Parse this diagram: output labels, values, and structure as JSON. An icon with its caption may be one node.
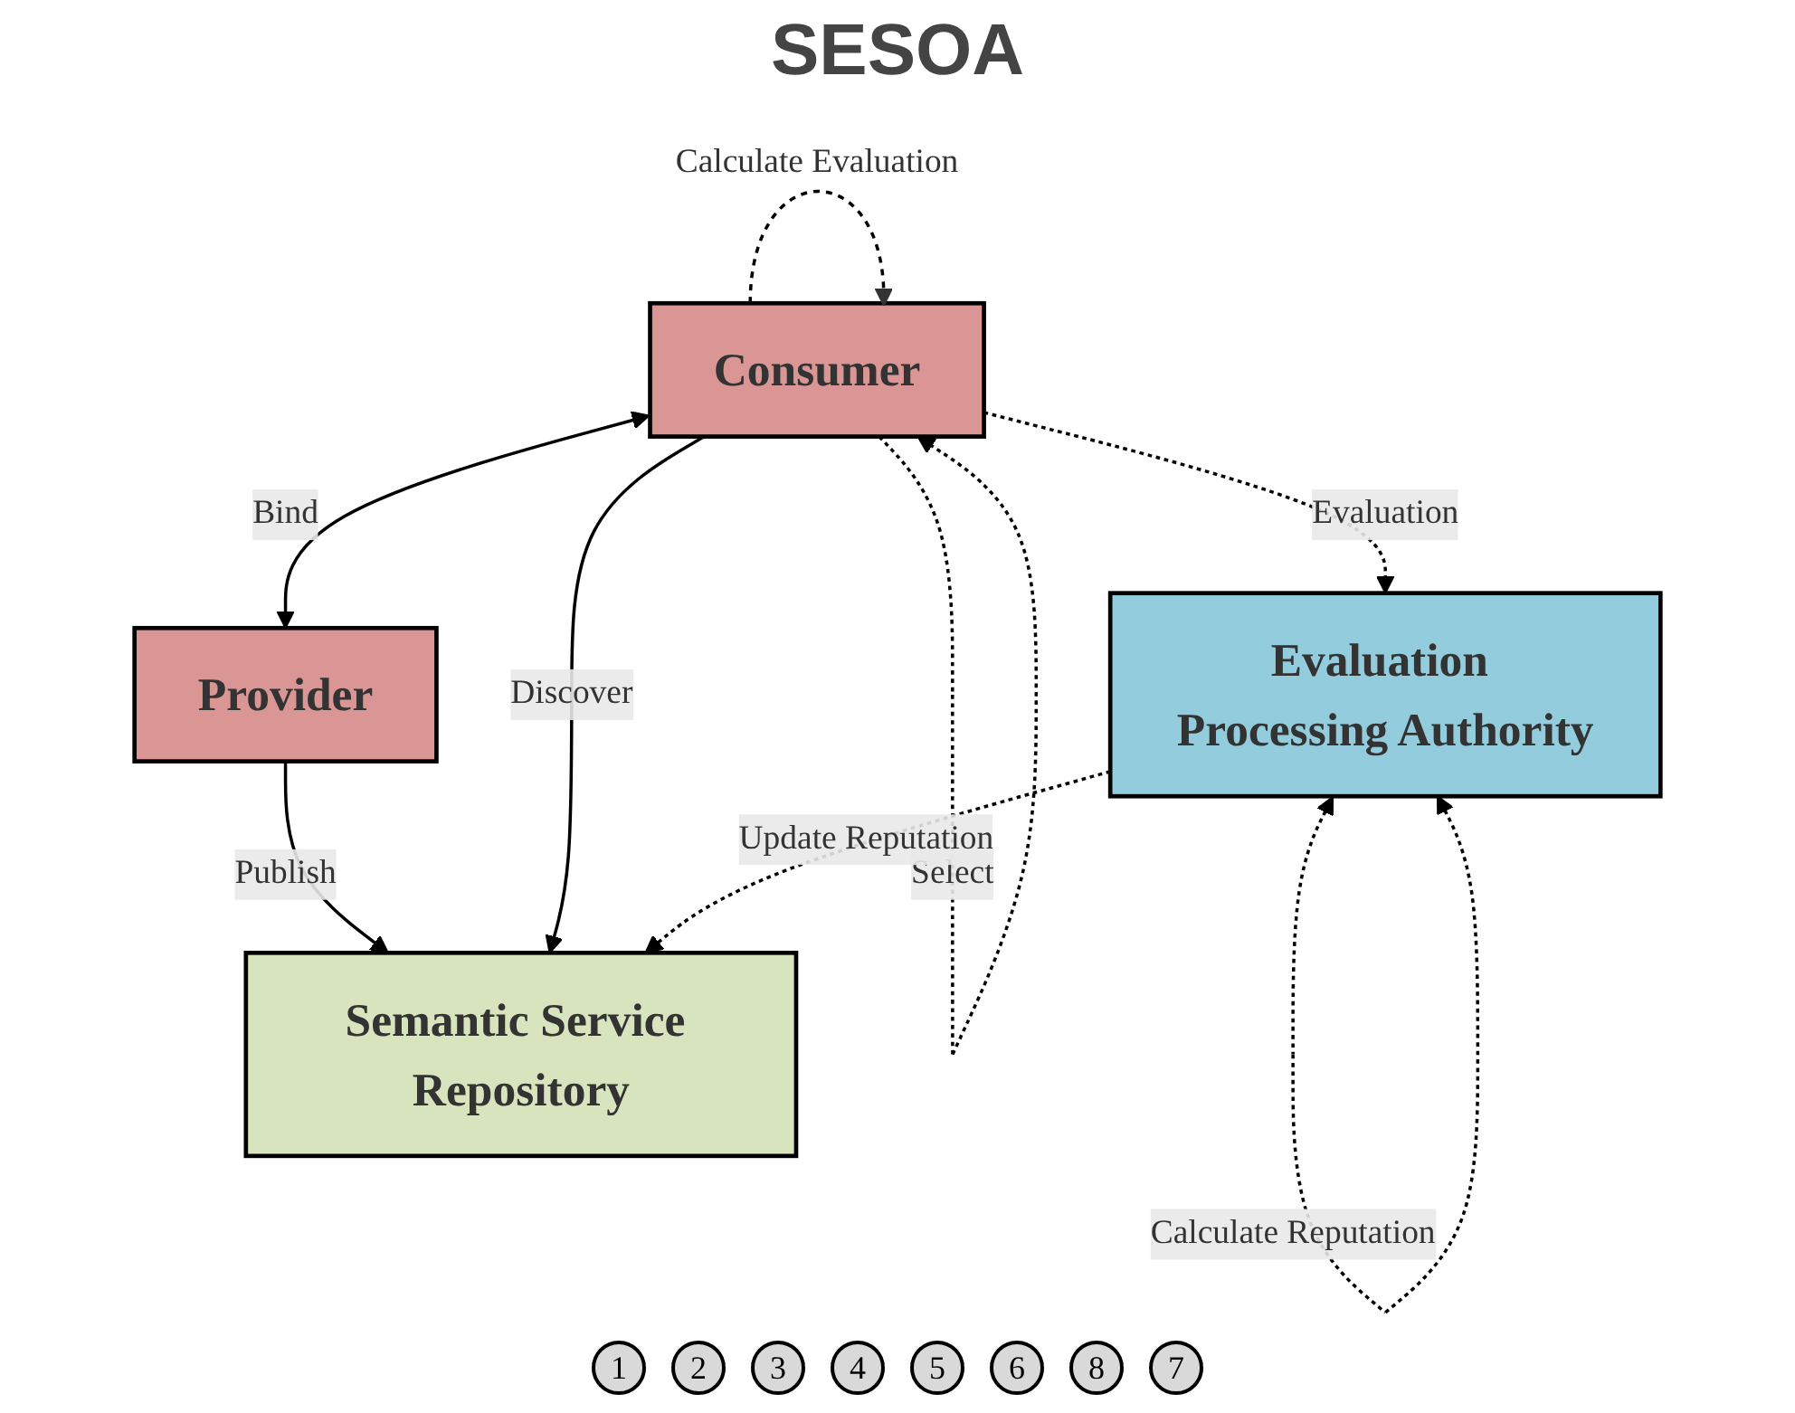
{
  "diagram": {
    "title": "SESOA",
    "nodes": [
      {
        "text": [
          "Semantic Service Repository"
        ]
      },
      {
        "text": [
          "Consumer"
        ]
      },
      {
        "text": [
          "Provider"
        ]
      },
      {
        "text": [
          "Evaluation Processing Authority"
        ]
      }
    ],
    "edges": [
      {
        "from": 2,
        "to": 0,
        "arrow": "to",
        "label": "Publish"
      },
      {
        "from": 1,
        "to": 0,
        "arrow": "to",
        "label": "Discover"
      },
      {
        "from": 1,
        "to": 1,
        "arrow": "to",
        "label": "Select",
        "style": "dashed"
      },
      {
        "from": 1,
        "to": 2,
        "arrow": "both",
        "label": "Bind"
      },
      {
        "from": 1,
        "to": 1,
        "arrow": "to",
        "label": "Calculate Evaluation",
        "style": "dashed"
      },
      {
        "from": 1,
        "to": 3,
        "arrow": "to",
        "label": "Evaluation",
        "style": "dashed"
      },
      {
        "from": 3,
        "to": 3,
        "arrow": "both",
        "label": "Calculate Reputation",
        "style": "dashed"
      },
      {
        "from": 3,
        "to": 0,
        "arrow": "to",
        "label": "Update Reputation",
        "style": "dashed"
      }
    ],
    "labels": [
      "1",
      "2",
      "3",
      "4",
      "5",
      "6",
      "8",
      "7"
    ]
  }
}
